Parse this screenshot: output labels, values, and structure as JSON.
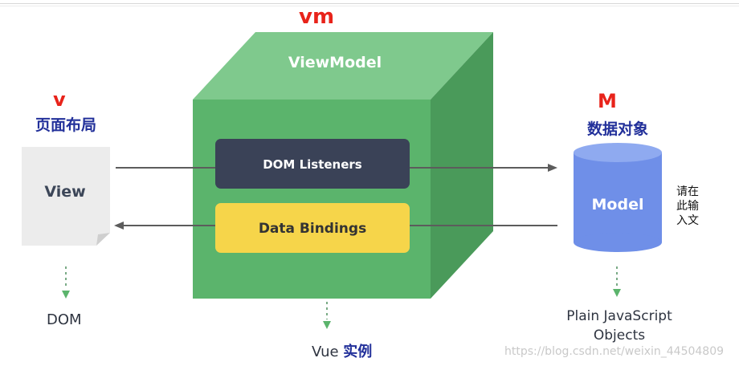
{
  "labels": {
    "vm": "vm",
    "v": "v",
    "m": "M",
    "view_cn": "页面布局",
    "model_cn": "数据对象",
    "view": "View",
    "viewmodel": "ViewModel",
    "dom_listeners": "DOM Listeners",
    "data_bindings": "Data Bindings",
    "model": "Model",
    "dom": "DOM",
    "vue_prefix": "Vue ",
    "vue_cn": "实例",
    "plain_js_line1": "Plain JavaScript",
    "plain_js_line2": "Objects",
    "side_note_line1": "请在",
    "side_note_line2": "此输",
    "side_note_line3": "入文",
    "watermark": "https://blog.csdn.net/weixin_44504809"
  },
  "colors": {
    "cube_front": "#5bb46c",
    "cube_top": "#7fc98d",
    "cube_side": "#4a9a5a",
    "dom_listeners_box": "#3a4257",
    "data_bindings_box": "#f6d54a",
    "model_cylinder": "#6f8fe8",
    "model_cylinder_top": "#8faaf0",
    "view_page": "#ececec",
    "arrow": "#5c5c5c",
    "red": "#e8231a",
    "blue_cn": "#22309a"
  }
}
